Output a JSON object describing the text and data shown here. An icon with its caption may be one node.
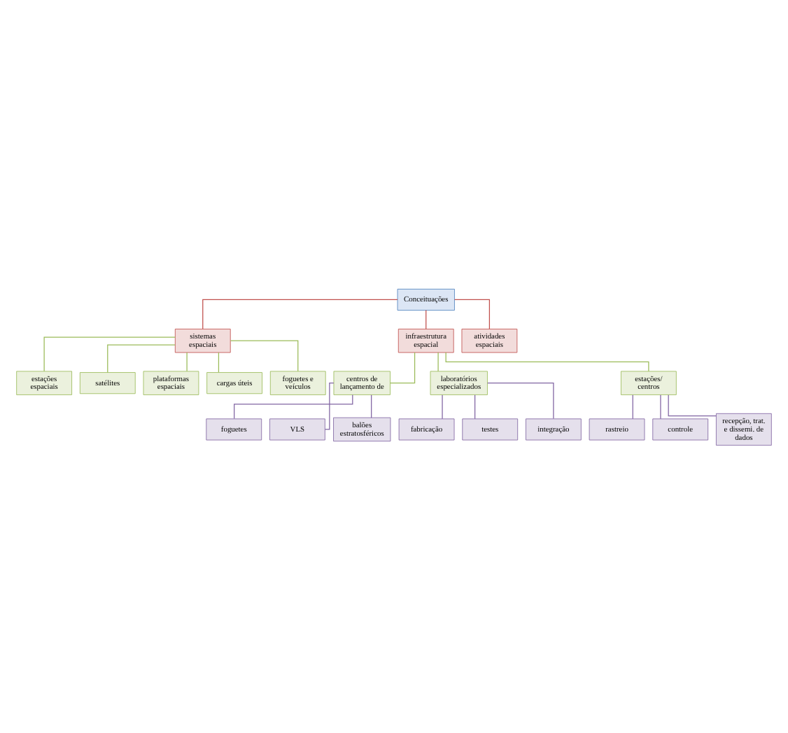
{
  "diagram": {
    "nodes": [
      {
        "text": [
          "Conceituações"
        ]
      },
      {
        "text": [
          "sistemas espaciais"
        ]
      },
      {
        "text": [
          "infraestrutura espacial"
        ]
      },
      {
        "text": [
          "atividades espaciais"
        ]
      },
      {
        "text": [
          "estações espaciais"
        ]
      },
      {
        "text": [
          "satélites"
        ]
      },
      {
        "text": [
          "plataformas espaciais"
        ]
      },
      {
        "text": [
          "cargas úteis"
        ]
      },
      {
        "text": [
          "foguetes e veículos"
        ]
      },
      {
        "text": [
          "centros de lançamento de"
        ]
      },
      {
        "text": [
          "laboratórios especializados"
        ]
      },
      {
        "text": [
          "estações/ centros"
        ]
      },
      {
        "text": [
          "foguetes"
        ]
      },
      {
        "text": [
          "VLS"
        ]
      },
      {
        "text": [
          "balões estratosféricos"
        ]
      },
      {
        "text": [
          "fabricação"
        ]
      },
      {
        "text": [
          "testes"
        ]
      },
      {
        "text": [
          "integração"
        ]
      },
      {
        "text": [
          "rastreio"
        ]
      },
      {
        "text": [
          "controle"
        ]
      },
      {
        "text": [
          "recepção, trat. e dissemi. de dados"
        ]
      }
    ],
    "edges": [
      {
        "from": 0,
        "to": 1,
        "arrow": "none",
        "color": "#c0504d"
      },
      {
        "from": 0,
        "to": 2,
        "arrow": "none",
        "color": "#c0504d"
      },
      {
        "from": 0,
        "to": 3,
        "arrow": "none",
        "color": "#c0504d"
      },
      {
        "from": 1,
        "to": 4,
        "arrow": "none",
        "color": "#9bbb59"
      },
      {
        "from": 1,
        "to": 5,
        "arrow": "none",
        "color": "#9bbb59"
      },
      {
        "from": 1,
        "to": 6,
        "arrow": "none",
        "color": "#9bbb59"
      },
      {
        "from": 1,
        "to": 7,
        "arrow": "none",
        "color": "#9bbb59"
      },
      {
        "from": 1,
        "to": 8,
        "arrow": "none",
        "color": "#9bbb59"
      },
      {
        "from": 2,
        "to": 9,
        "arrow": "none",
        "color": "#9bbb59"
      },
      {
        "from": 2,
        "to": 10,
        "arrow": "none",
        "color": "#9bbb59"
      },
      {
        "from": 2,
        "to": 11,
        "arrow": "none",
        "color": "#9bbb59"
      },
      {
        "from": 9,
        "to": 12,
        "arrow": "none"
      },
      {
        "from": 9,
        "to": 13,
        "arrow": "none"
      },
      {
        "from": 9,
        "to": 14,
        "arrow": "none"
      },
      {
        "from": 10,
        "to": 15,
        "arrow": "none"
      },
      {
        "from": 10,
        "to": 16,
        "arrow": "none"
      },
      {
        "from": 10,
        "to": 17,
        "arrow": "none"
      },
      {
        "from": 11,
        "to": 18,
        "arrow": "none"
      },
      {
        "from": 11,
        "to": 19,
        "arrow": "none"
      },
      {
        "from": 11,
        "to": 20,
        "arrow": "none"
      }
    ]
  }
}
